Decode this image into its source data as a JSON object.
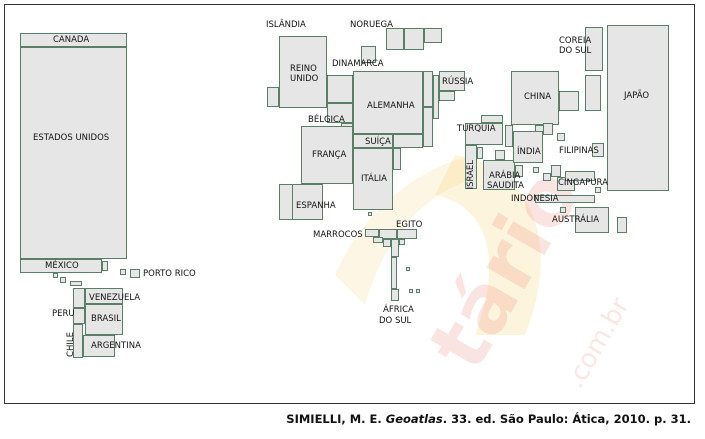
{
  "countries": {
    "canada": "CANADA",
    "estados_unidos": "ESTADOS UNIDOS",
    "mexico": "MÉXICO",
    "porto_rico": "PORTO RICO",
    "venezuela": "VENEZUELA",
    "peru": "PERU",
    "brasil": "BRASIL",
    "chile": "CHILE",
    "argentina": "ARGENTINA",
    "islandia": "ISLÂNDIA",
    "noruega": "NORUEGA",
    "reino_unido_1": "REINO",
    "reino_unido_2": "UNIDO",
    "dinamarca": "DINAMARCA",
    "russia": "RÚSSIA",
    "alemanha": "ALEMANHA",
    "belgica": "BÉLGICA",
    "franca": "FRANÇA",
    "suica": "SUÍÇA",
    "italia": "ITÁLIA",
    "espanha": "ESPANHA",
    "marrocos": "MARROCOS",
    "egito": "EGITO",
    "africa_do_sul_1": "ÁFRICA",
    "africa_do_sul_2": "DO SUL",
    "turquia": "TURQUIA",
    "israel": "ISRAEL",
    "arabia_saudita_1": "ARÁBIA",
    "arabia_saudita_2": "SAUDITA",
    "china": "CHINA",
    "india": "ÍNDIA",
    "coreia_do_sul_1": "COREIA",
    "coreia_do_sul_2": "DO SUL",
    "japao": "JAPÃO",
    "filipinas": "FILIPINAS",
    "cingapura": "CINGAPURA",
    "indonesia": "INDONESIA",
    "australia": "AUSTRÁLIA"
  },
  "caption": {
    "author": "SIMIELLI, M. E. ",
    "title": "Geoatlas",
    "rest": ". 33. ed. São Paulo: Ática, 2010. p. 31."
  },
  "watermark": {
    "text": "tário",
    "subtext": ".com.br",
    "color": "#e03a2a",
    "accent": "#f5c24a"
  },
  "colors": {
    "block_fill": "#e6e6e6",
    "block_border": "#5b7e67"
  }
}
